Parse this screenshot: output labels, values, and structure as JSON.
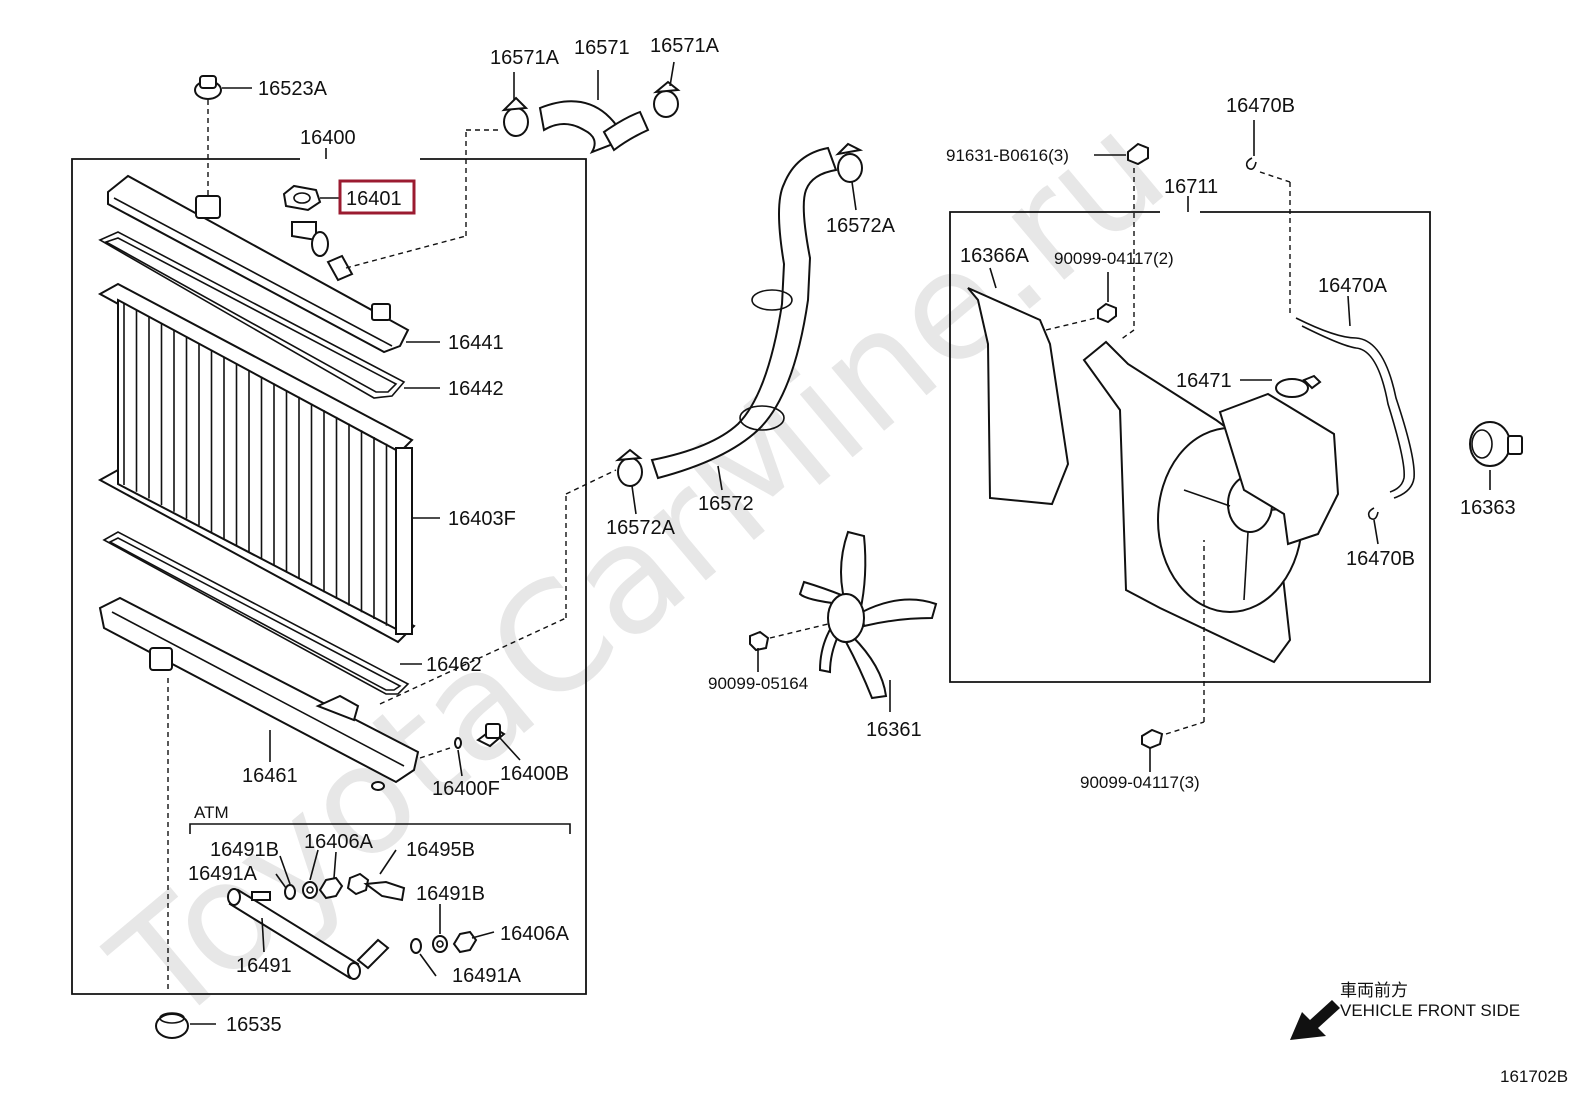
{
  "watermark": "ToyotaCarMine.ru",
  "diagram_code": "161702B",
  "front_side": {
    "jp": "車両前方",
    "en": "VEHICLE FRONT SIDE"
  },
  "atm_label": "ATM",
  "highlighted_part": "16401",
  "labels": {
    "p16523A": "16523A",
    "p16400": "16400",
    "p16401": "16401",
    "p16441": "16441",
    "p16442": "16442",
    "p16403F": "16403F",
    "p16462": "16462",
    "p16461": "16461",
    "p16400F": "16400F",
    "p16400B": "16400B",
    "p16571A_l": "16571A",
    "p16571": "16571",
    "p16571A_r": "16571A",
    "p16572A_t": "16572A",
    "p16572A_b": "16572A",
    "p16572": "16572",
    "p90099_05164": "90099-05164",
    "p16361": "16361",
    "p91631": "91631-B0616(3)",
    "p16470B_t": "16470B",
    "p16711": "16711",
    "p16366A": "16366A",
    "p90099_04117_2": "90099-04117(2)",
    "p16470A": "16470A",
    "p16471": "16471",
    "p16363": "16363",
    "p16470B_b": "16470B",
    "p90099_04117_3": "90099-04117(3)",
    "p16491B_a": "16491B",
    "p16406A_a": "16406A",
    "p16495B": "16495B",
    "p16491A_a": "16491A",
    "p16491B_b": "16491B",
    "p16406A_b": "16406A",
    "p16491": "16491",
    "p16491A_b": "16491A",
    "p16535": "16535"
  }
}
